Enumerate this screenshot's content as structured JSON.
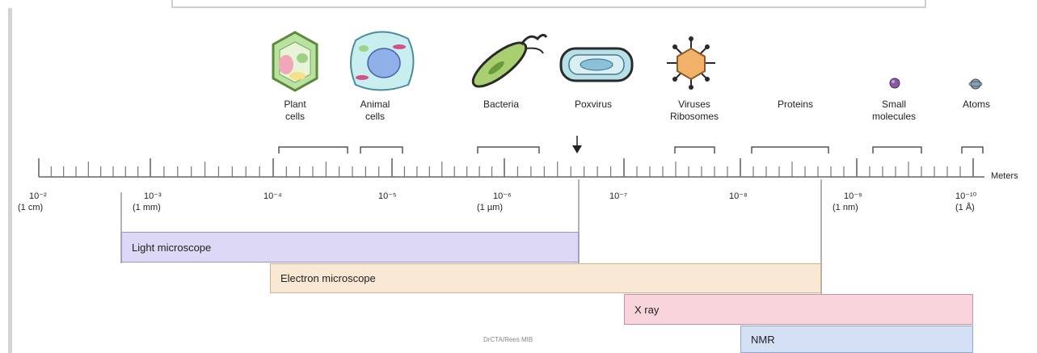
{
  "organisms": [
    {
      "label": "Plant\ncells",
      "icon": "plant-cell-icon"
    },
    {
      "label": "Animal\ncells",
      "icon": "animal-cell-icon"
    },
    {
      "label": "Bacteria",
      "icon": "bacterium-icon"
    },
    {
      "label": "Poxvirus",
      "icon": "poxvirus-icon"
    },
    {
      "label": "Viruses\nRibosomes",
      "icon": "virus-icon"
    },
    {
      "label": "Proteins",
      "icon": ""
    },
    {
      "label": "Small\nmolecules",
      "icon": "molecule-icon"
    },
    {
      "label": "Atoms",
      "icon": "atom-icon"
    }
  ],
  "scale": {
    "unit_label": "Meters",
    "ticks": [
      {
        "power": "10⁻²",
        "equiv": "(1 cm)"
      },
      {
        "power": "10⁻³",
        "equiv": "(1 mm)"
      },
      {
        "power": "10⁻⁴",
        "equiv": ""
      },
      {
        "power": "10⁻⁵",
        "equiv": ""
      },
      {
        "power": "10⁻⁶",
        "equiv": "(1 µm)"
      },
      {
        "power": "10⁻⁷",
        "equiv": ""
      },
      {
        "power": "10⁻⁸",
        "equiv": ""
      },
      {
        "power": "10⁻⁹",
        "equiv": "(1 nm)"
      },
      {
        "power": "10⁻¹⁰",
        "equiv": "(1 Å)"
      }
    ]
  },
  "techniques": [
    {
      "label": "Light microscope",
      "color": "#dcd8f6"
    },
    {
      "label": "Electron microscope",
      "color": "#f8e8d4"
    },
    {
      "label": "X ray",
      "color": "#f8d4dc"
    },
    {
      "label": "NMR",
      "color": "#d4e0f4"
    }
  ],
  "footer": "DrCTA/Rees MIB"
}
